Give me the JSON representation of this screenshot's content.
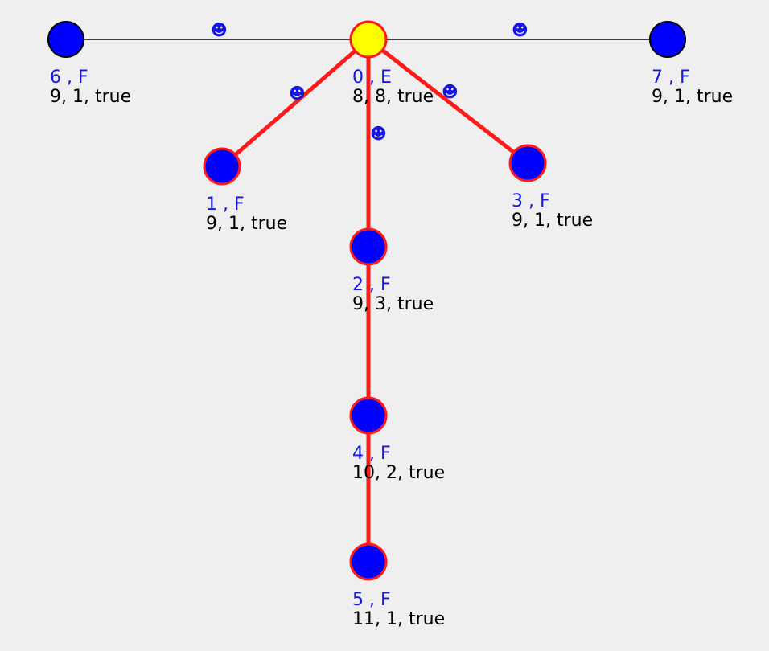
{
  "colors": {
    "background": "#efefef",
    "node_fill": "#0000ff",
    "root_fill": "#ffff00",
    "active_stroke": "#ff1a1a",
    "inactive_stroke": "#000000",
    "id_text": "#1515e6",
    "info_text": "#000000",
    "edge_marker": "#1515e6"
  },
  "edge_marker_glyph": "☻",
  "nodes": [
    {
      "id": "0",
      "id_label": "0 , E",
      "info": "8, 8, true",
      "root": true,
      "active": true
    },
    {
      "id": "1",
      "id_label": "1 , F",
      "info": "9, 1, true",
      "root": false,
      "active": true
    },
    {
      "id": "2",
      "id_label": "2 , F",
      "info": "9, 3, true",
      "root": false,
      "active": true
    },
    {
      "id": "3",
      "id_label": "3 , F",
      "info": "9, 1, true",
      "root": false,
      "active": true
    },
    {
      "id": "4",
      "id_label": "4 , F",
      "info": "10, 2, true",
      "root": false,
      "active": true
    },
    {
      "id": "5",
      "id_label": "5 , F",
      "info": "11, 1, true",
      "root": false,
      "active": true
    },
    {
      "id": "6",
      "id_label": "6 , F",
      "info": "9, 1, true",
      "root": false,
      "active": false
    },
    {
      "id": "7",
      "id_label": "7 , F",
      "info": "9, 1, true",
      "root": false,
      "active": false
    }
  ],
  "edges": [
    {
      "from": "0",
      "to": "6",
      "active": false,
      "marker": true
    },
    {
      "from": "0",
      "to": "7",
      "active": false,
      "marker": true
    },
    {
      "from": "0",
      "to": "1",
      "active": true,
      "marker": true
    },
    {
      "from": "0",
      "to": "2",
      "active": true,
      "marker": true
    },
    {
      "from": "0",
      "to": "3",
      "active": true,
      "marker": true
    },
    {
      "from": "2",
      "to": "4",
      "active": true,
      "marker": false
    },
    {
      "from": "4",
      "to": "5",
      "active": true,
      "marker": false
    }
  ]
}
